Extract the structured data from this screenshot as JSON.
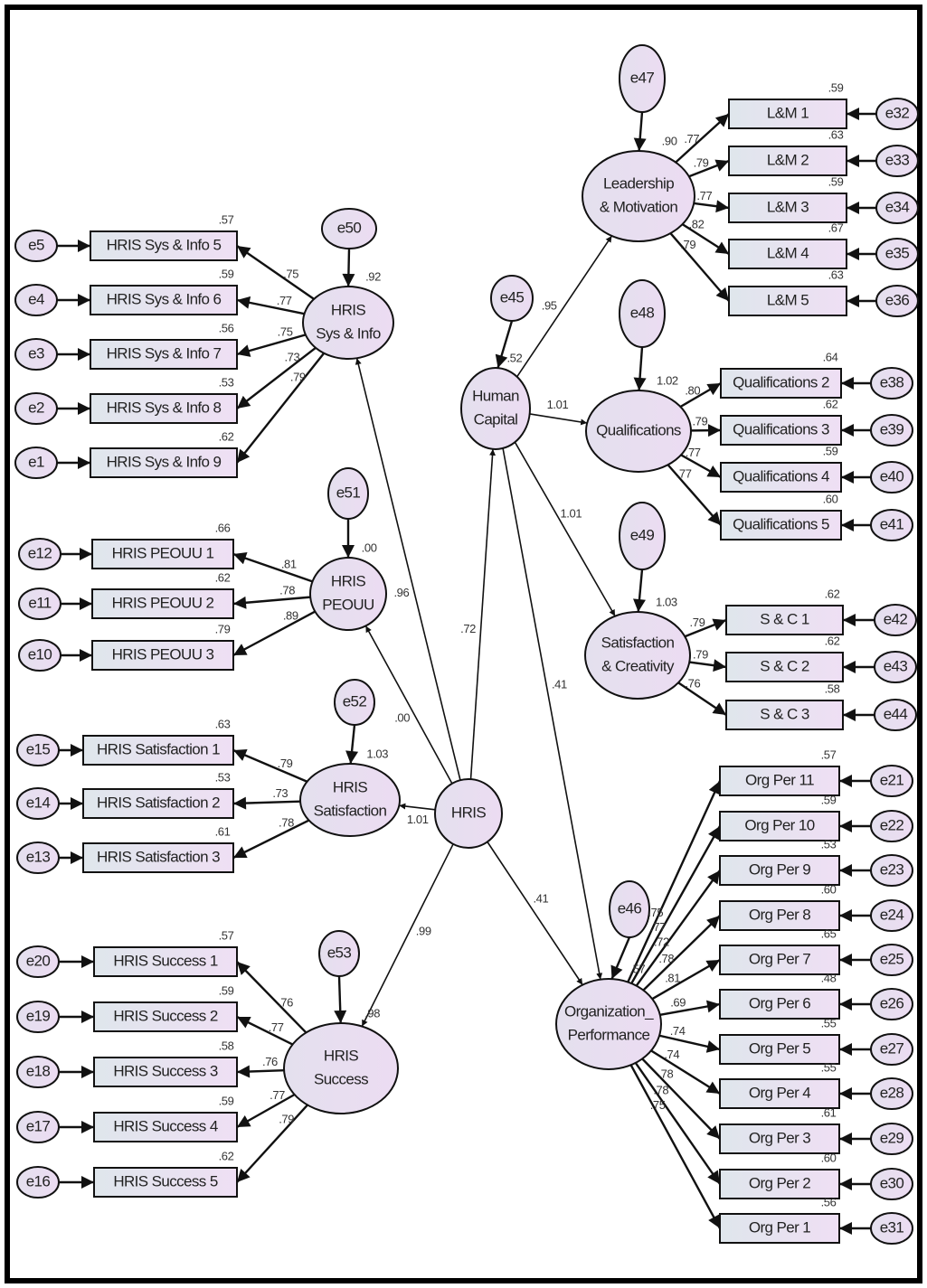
{
  "colors": {
    "ellipse_fill": "#e8dcf0",
    "box_fill_left": "#dde4ea",
    "box_fill_right": "#ecdff2",
    "stroke": "#111111"
  },
  "latents": [
    {
      "id": "hris",
      "lines": [
        "HRIS"
      ],
      "r2": null,
      "error": null
    },
    {
      "id": "sys",
      "lines": [
        "HRIS",
        "Sys & Info"
      ],
      "r2": ".92",
      "error": "e50"
    },
    {
      "id": "peo",
      "lines": [
        "HRIS",
        "PEOUU"
      ],
      "r2": ".00",
      "error": "e51"
    },
    {
      "id": "sat",
      "lines": [
        "HRIS",
        "Satisfaction"
      ],
      "r2": "1.03",
      "error": "e52"
    },
    {
      "id": "suc",
      "lines": [
        "HRIS",
        "Success"
      ],
      "r2": ".98",
      "error": "e53"
    },
    {
      "id": "hc",
      "lines": [
        "Human",
        "Capital"
      ],
      "r2": ".52",
      "error": "e45"
    },
    {
      "id": "lm",
      "lines": [
        "Leadership",
        "& Motivation"
      ],
      "r2": ".90",
      "error": "e47"
    },
    {
      "id": "qual",
      "lines": [
        "Qualifications"
      ],
      "r2": "1.02",
      "error": "e48"
    },
    {
      "id": "sc",
      "lines": [
        "Satisfaction",
        "& Creativity"
      ],
      "r2": "1.03",
      "error": "e49"
    },
    {
      "id": "op",
      "lines": [
        "Organization_",
        "Performance"
      ],
      "r2": ".57",
      "error": "e46"
    }
  ],
  "structural_paths": [
    {
      "from": "hris",
      "to": "sys",
      "coef": ".96"
    },
    {
      "from": "hris",
      "to": "peo",
      "coef": ".00"
    },
    {
      "from": "hris",
      "to": "sat",
      "coef": "1.01"
    },
    {
      "from": "hris",
      "to": "suc",
      "coef": ".99"
    },
    {
      "from": "hris",
      "to": "hc",
      "coef": ".72"
    },
    {
      "from": "hris",
      "to": "op",
      "coef": ".41"
    },
    {
      "from": "hc",
      "to": "lm",
      "coef": ".95"
    },
    {
      "from": "hc",
      "to": "qual",
      "coef": "1.01"
    },
    {
      "from": "hc",
      "to": "sc",
      "coef": "1.01"
    },
    {
      "from": "hc",
      "to": "op",
      "coef": ".41"
    }
  ],
  "measurement": [
    {
      "latent": "sys",
      "items": [
        {
          "label": "HRIS Sys & Info 5",
          "loading": ".75",
          "r2": ".57",
          "error": "e5"
        },
        {
          "label": "HRIS Sys & Info 6",
          "loading": ".77",
          "r2": ".59",
          "error": "e4"
        },
        {
          "label": "HRIS Sys & Info 7",
          "loading": ".75",
          "r2": ".56",
          "error": "e3"
        },
        {
          "label": "HRIS Sys & Info 8",
          "loading": ".73",
          "r2": ".53",
          "error": "e2"
        },
        {
          "label": "HRIS Sys & Info 9",
          "loading": ".79",
          "r2": ".62",
          "error": "e1"
        }
      ]
    },
    {
      "latent": "peo",
      "items": [
        {
          "label": "HRIS PEOUU 1",
          "loading": ".81",
          "r2": ".66",
          "error": "e12"
        },
        {
          "label": "HRIS PEOUU 2",
          "loading": ".78",
          "r2": ".62",
          "error": "e11"
        },
        {
          "label": "HRIS PEOUU 3",
          "loading": ".89",
          "r2": ".79",
          "error": "e10"
        }
      ]
    },
    {
      "latent": "sat",
      "items": [
        {
          "label": "HRIS Satisfaction 1",
          "loading": ".79",
          "r2": ".63",
          "error": "e15"
        },
        {
          "label": "HRIS Satisfaction 2",
          "loading": ".73",
          "r2": ".53",
          "error": "e14"
        },
        {
          "label": "HRIS Satisfaction 3",
          "loading": ".78",
          "r2": ".61",
          "error": "e13"
        }
      ]
    },
    {
      "latent": "suc",
      "items": [
        {
          "label": "HRIS Success 1",
          "loading": ".76",
          "r2": ".57",
          "error": "e20"
        },
        {
          "label": "HRIS Success 2",
          "loading": ".77",
          "r2": ".59",
          "error": "e19"
        },
        {
          "label": "HRIS Success 3",
          "loading": ".76",
          "r2": ".58",
          "error": "e18"
        },
        {
          "label": "HRIS Success 4",
          "loading": ".77",
          "r2": ".59",
          "error": "e17"
        },
        {
          "label": "HRIS Success 5",
          "loading": ".79",
          "r2": ".62",
          "error": "e16"
        }
      ]
    },
    {
      "latent": "lm",
      "items": [
        {
          "label": "L&M 1",
          "loading": ".77",
          "r2": ".59",
          "error": "e32"
        },
        {
          "label": "L&M 2",
          "loading": ".79",
          "r2": ".63",
          "error": "e33"
        },
        {
          "label": "L&M 3",
          "loading": ".77",
          "r2": ".59",
          "error": "e34"
        },
        {
          "label": "L&M 4",
          "loading": ".82",
          "r2": ".67",
          "error": "e35"
        },
        {
          "label": "L&M 5",
          "loading": ".79",
          "r2": ".63",
          "error": "e36"
        }
      ]
    },
    {
      "latent": "qual",
      "items": [
        {
          "label": "Qualifications 2",
          "loading": ".80",
          "r2": ".64",
          "error": "e38"
        },
        {
          "label": "Qualifications 3",
          "loading": ".79",
          "r2": ".62",
          "error": "e39"
        },
        {
          "label": "Qualifications 4",
          "loading": ".77",
          "r2": ".59",
          "error": "e40"
        },
        {
          "label": "Qualifications 5",
          "loading": ".77",
          "r2": ".60",
          "error": "e41"
        }
      ]
    },
    {
      "latent": "sc",
      "items": [
        {
          "label": "S & C 1",
          "loading": ".79",
          "r2": ".62",
          "error": "e42"
        },
        {
          "label": "S & C 2",
          "loading": ".79",
          "r2": ".62",
          "error": "e43"
        },
        {
          "label": "S & C 3",
          "loading": ".76",
          "r2": ".58",
          "error": "e44"
        }
      ]
    },
    {
      "latent": "op",
      "items": [
        {
          "label": "Org Per 11",
          "loading": ".75",
          "r2": ".57",
          "error": "e21"
        },
        {
          "label": "Org Per 10",
          "loading": ".77",
          "r2": ".59",
          "error": "e22"
        },
        {
          "label": "Org Per 9",
          "loading": ".72",
          "r2": ".53",
          "error": "e23"
        },
        {
          "label": "Org Per 8",
          "loading": ".78",
          "r2": ".60",
          "error": "e24"
        },
        {
          "label": "Org Per  7",
          "loading": ".81",
          "r2": ".65",
          "error": "e25"
        },
        {
          "label": "Org Per 6",
          "loading": ".69",
          "r2": ".48",
          "error": "e26"
        },
        {
          "label": "Org Per 5",
          "loading": ".74",
          "r2": ".55",
          "error": "e27"
        },
        {
          "label": "Org Per  4",
          "loading": ".74",
          "r2": ".55",
          "error": "e28"
        },
        {
          "label": "Org Per  3",
          "loading": ".78",
          "r2": ".61",
          "error": "e29"
        },
        {
          "label": "Org Per  2",
          "loading": ".78",
          "r2": ".60",
          "error": "e30"
        },
        {
          "label": "Org Per 1",
          "loading": ".75",
          "r2": ".56",
          "error": "e31"
        }
      ]
    }
  ]
}
